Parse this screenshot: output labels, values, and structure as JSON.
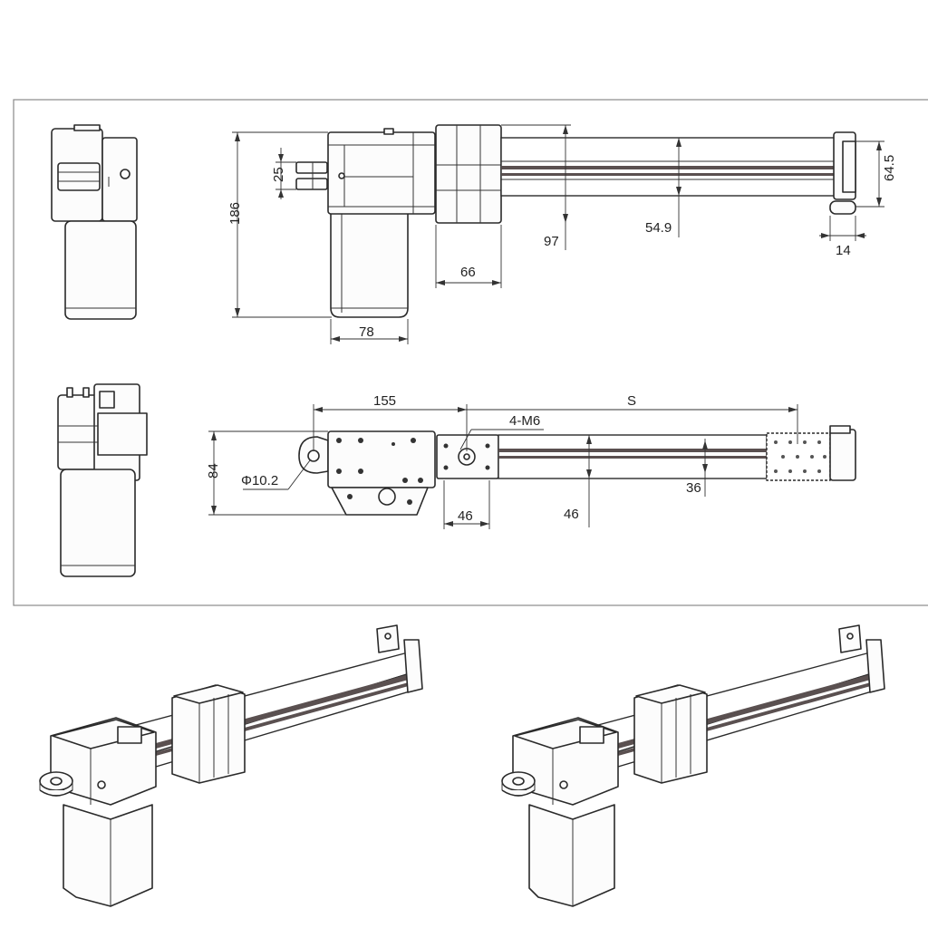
{
  "figure": {
    "frame": "technical-drawing",
    "views": [
      "side-end-view",
      "top-view",
      "end-view-bottom",
      "bottom-view",
      "iso-left",
      "iso-right"
    ]
  },
  "dimensions": {
    "d_25": "25",
    "d_186": "186",
    "d_78": "78",
    "d_66": "66",
    "d_97": "97",
    "d_54_9": "54.9",
    "d_64_5": "64.5",
    "d_14": "14",
    "d_155": "155",
    "d_s": "S",
    "d_4m6": "4-M6",
    "d_84": "84",
    "d_phi": "Φ10.2",
    "d_46a": "46",
    "d_46b": "46",
    "d_36": "36"
  },
  "colors": {
    "line": "#2a2a2a",
    "rod_band": "#5a5050",
    "frame": "#8a8a8a"
  }
}
